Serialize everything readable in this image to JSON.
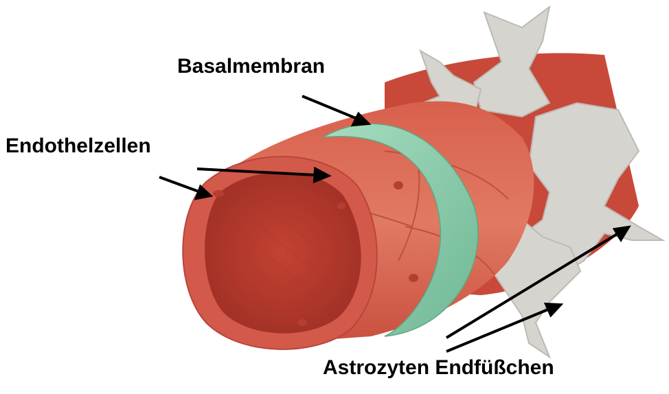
{
  "labels": {
    "basalmembran": "Basalmembran",
    "endothelzellen": "Endothelzellen",
    "astrozyten": "Astrozyten Endfüßchen"
  },
  "colors": {
    "vessel_outer": "#cf5645",
    "vessel_highlight": "#e88a72",
    "vessel_inner": "#b83a2e",
    "vessel_dark": "#8f2a22",
    "basement_membrane": "#8fcfae",
    "astrocyte": "#d8d6d0",
    "astrocyte_shadow": "#b9b6ae",
    "arrow": "#000000"
  },
  "icons": [
    "vessel-illustration",
    "astrocyte-endfeet"
  ]
}
